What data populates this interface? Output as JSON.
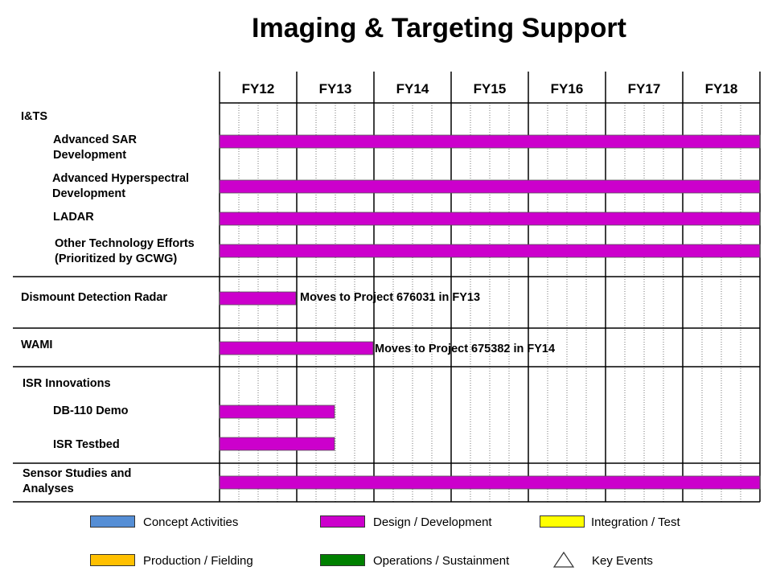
{
  "title": "Imaging & Targeting Support",
  "years": [
    "FY12",
    "FY13",
    "FY14",
    "FY15",
    "FY16",
    "FY17",
    "FY18"
  ],
  "colors": {
    "concept": "#558ed5",
    "design": "#cc00cc",
    "integration": "#ffff00",
    "production": "#ffc000",
    "operations": "#008000"
  },
  "sections": {
    "its": "I&TS",
    "dismount": "Dismount Detection Radar",
    "wami": "WAMI",
    "isr": "ISR Innovations",
    "sensor": "Sensor Studies and\nAnalyses"
  },
  "tasks": {
    "sar": "Advanced SAR\nDevelopment",
    "hyper": "Advanced Hyperspectral\nDevelopment",
    "ladar": "LADAR",
    "other": "Other Technology Efforts\n(Prioritized by GCWG)",
    "db110": "DB-110 Demo",
    "testbed": "ISR Testbed"
  },
  "notes": {
    "dismount": "Moves to Project 676031 in FY13",
    "wami": "Moves to Project 675382 in FY14"
  },
  "bars": [
    {
      "row": "sar",
      "start": "FY12",
      "end": "FY18",
      "phase": "design"
    },
    {
      "row": "hyper",
      "start": "FY12",
      "end": "FY18",
      "phase": "design"
    },
    {
      "row": "ladar",
      "start": "FY12",
      "end": "FY18",
      "phase": "design"
    },
    {
      "row": "other",
      "start": "FY12",
      "end": "FY18",
      "phase": "design"
    },
    {
      "row": "dismount",
      "start": "FY12",
      "end": "FY12",
      "phase": "design"
    },
    {
      "row": "wami",
      "start": "FY12",
      "end": "FY13",
      "phase": "design"
    },
    {
      "row": "db110",
      "start": "FY12",
      "end": "FY13 (mid)",
      "phase": "design"
    },
    {
      "row": "testbed",
      "start": "FY12",
      "end": "FY13 (mid)",
      "phase": "design"
    },
    {
      "row": "sensor",
      "start": "FY12",
      "end": "FY18",
      "phase": "design"
    }
  ],
  "legend": {
    "concept": "Concept Activities",
    "design": "Design / Development",
    "integration": "Integration  / Test",
    "production": "Production / Fielding",
    "operations": "Operations / Sustainment",
    "events": "Key Events"
  }
}
